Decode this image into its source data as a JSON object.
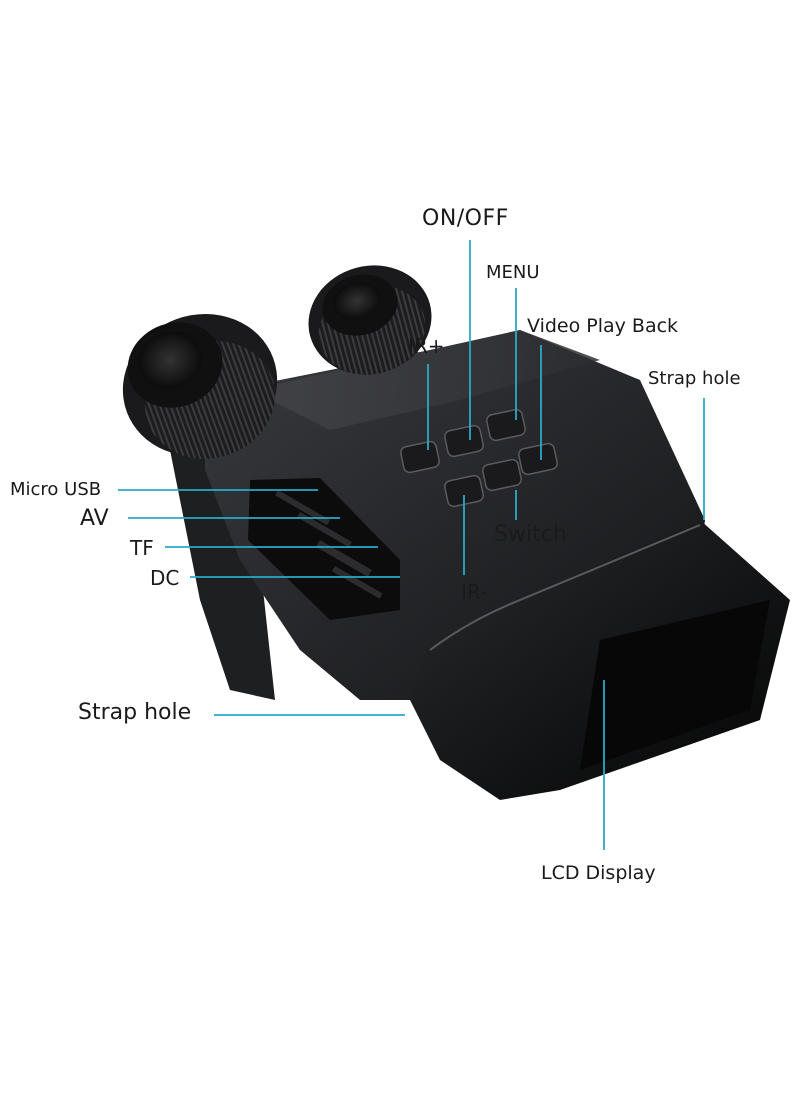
{
  "labels": {
    "on_off": "ON/OFF",
    "menu": "MENU",
    "video_play_back": "Video Play Back",
    "strap_hole_top": "Strap hole",
    "ir_plus": "IR+",
    "micro_usb": "Micro USB",
    "av": "AV",
    "tf": "TF",
    "dc": "DC",
    "switch": "Switch",
    "ir_minus": "IR-",
    "strap_hole_bottom": "Strap hole",
    "lcd_display": "LCD Display"
  },
  "colors": {
    "callout_line": "#2aa9c9",
    "body": "#2a2b2e",
    "body_dark": "#141517",
    "label_text": "#1a1a1a"
  }
}
